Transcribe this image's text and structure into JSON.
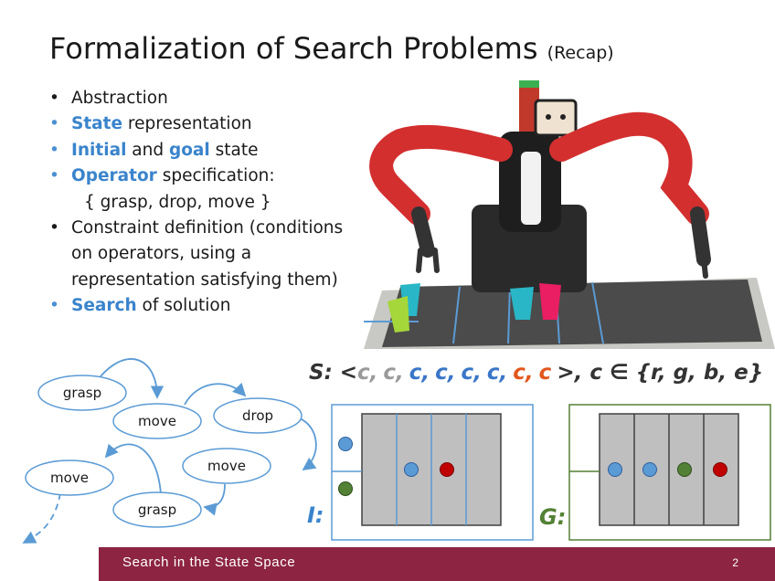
{
  "title": {
    "main": "Formalization of Search Problems",
    "sub": "(Recap)"
  },
  "bullets": [
    {
      "kw": "",
      "text": "Abstraction"
    },
    {
      "kw": "State",
      "text": " representation"
    },
    {
      "kw": "Initial",
      "mid": " and ",
      "kw2": "goal",
      "text": " state"
    },
    {
      "kw": "Operator",
      "text": " specification:",
      "extra": "{ grasp, drop, move }"
    },
    {
      "kw": "",
      "text": "Constraint definition (conditions on operators, using a representation satisfying them)"
    },
    {
      "kw": "Search",
      "text": " of solution"
    }
  ],
  "state": {
    "prefix": "S: <",
    "cells": [
      "c,",
      "c,",
      "c,",
      "c,",
      "c,",
      "c,",
      "c,",
      "c"
    ],
    "suffix": ">",
    "domain_prefix": ", c ∈ {r, g, b, e}"
  },
  "ops": {
    "grasp1": "grasp",
    "move1": "move",
    "drop": "drop",
    "move2": "move",
    "move3": "move",
    "grasp2": "grasp"
  },
  "labels": {
    "initial": "I:",
    "goal": "G:"
  },
  "footer": {
    "text": "Search in the State Space",
    "page": "2"
  },
  "colors": {
    "blue": "#5b9bd5",
    "green": "#538135",
    "red": "#c00000",
    "accent": "#3a84cc",
    "footer": "#8c2442"
  }
}
